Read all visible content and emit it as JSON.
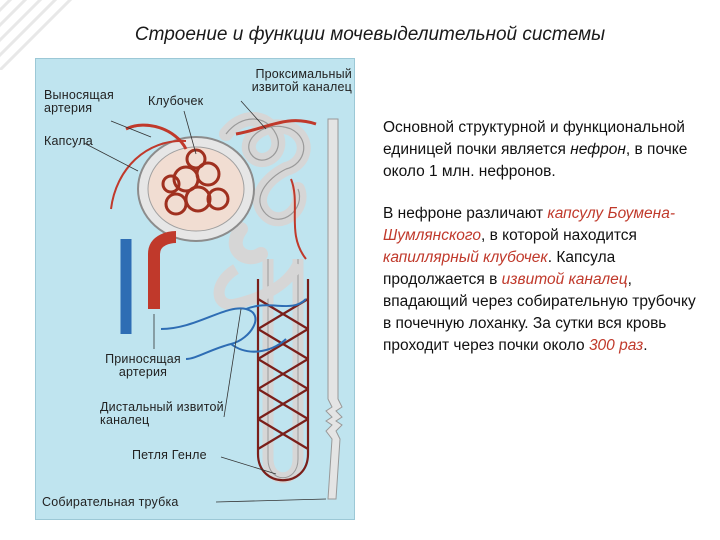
{
  "title": "Строение и функции мочевыделительной системы",
  "diagram": {
    "labels": {
      "proximal": "Проксимальный извитой каналец",
      "efferent": "Выносящая артерия",
      "glomerulus": "Клубочек",
      "capsule": "Капсула",
      "afferent": "Приносящая артерия",
      "distal": "Дистальный извитой каналец",
      "henle": "Петля Генле",
      "collecting": "Собирательная трубка"
    }
  },
  "text": {
    "p1_a": "Основной структурной и функциональной единицей почки является ",
    "p1_term": "нефрон",
    "p1_b": ", в почке около 1 млн. нефронов.",
    "p2_a": "В нефроне различают ",
    "p2_term1": "капсулу Боумена-Шумлянского",
    "p2_b": ", в которой находится ",
    "p2_term2": "капиллярный клубочек",
    "p2_c": ". Капсула продолжается в ",
    "p2_term3": "извитой каналец",
    "p2_d": ", впадающий через собирательную трубочку в почечную лоханку. За сутки вся кровь проходит через почки около ",
    "p2_term4": "300 раз",
    "p2_e": "."
  },
  "colors": {
    "artery": "#c0392b",
    "vein": "#2e6db4",
    "tubule": "#d9d9d9",
    "background": "#bfe4ef",
    "highlight": "#c0392b"
  }
}
